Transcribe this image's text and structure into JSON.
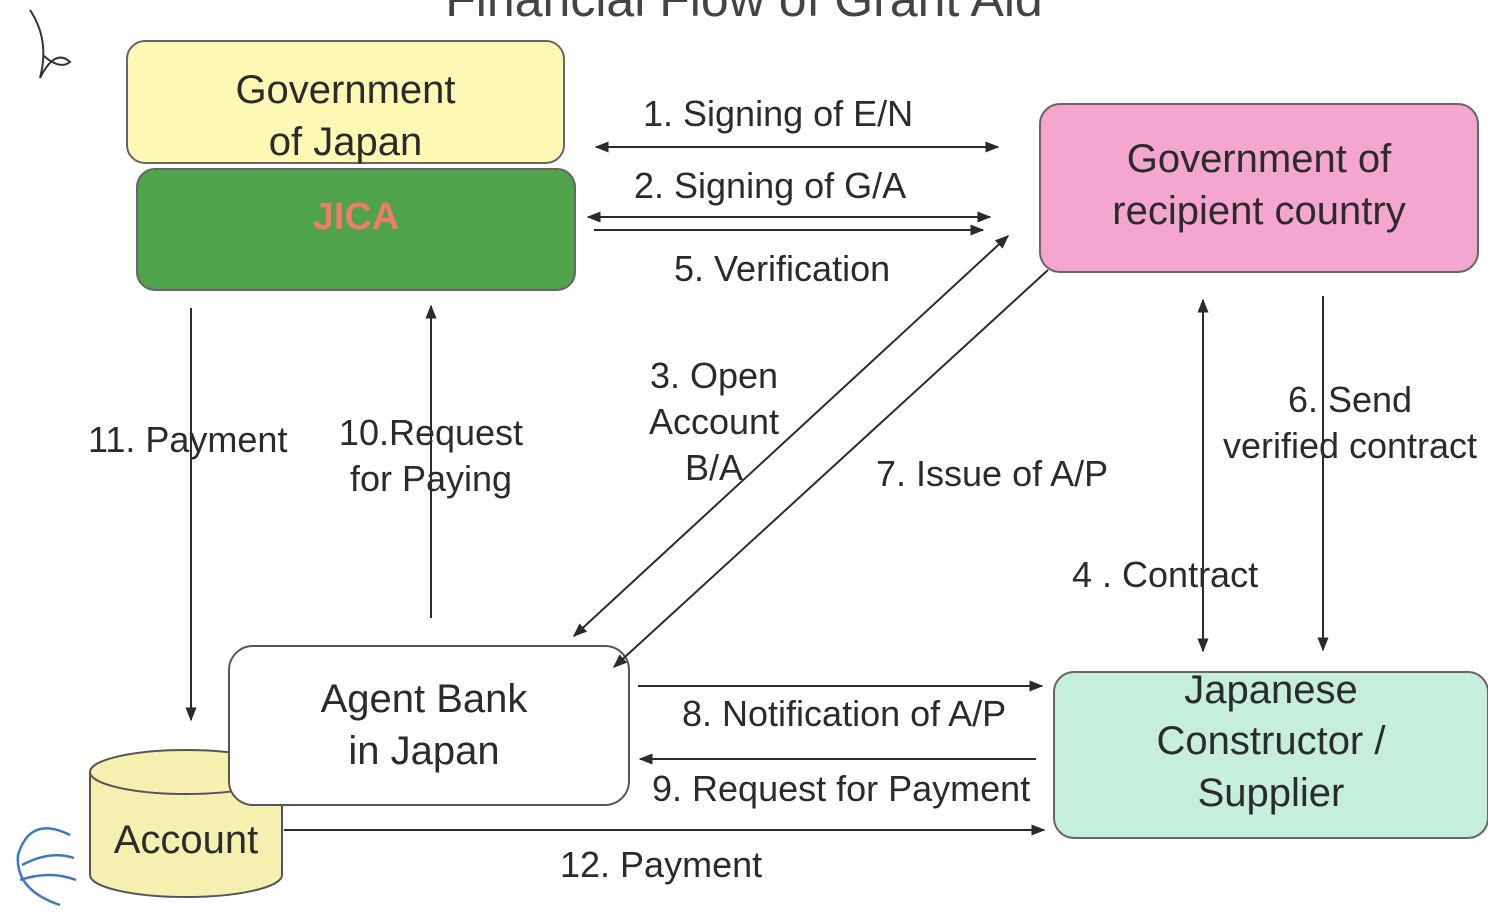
{
  "title": "Financial Flow of Grant Aid",
  "boxes": {
    "gov_japan": [
      "Government",
      "of Japan"
    ],
    "jica": "JICA",
    "gov_recipient": [
      "Government of",
      "recipient country"
    ],
    "agent_bank": [
      "Agent Bank",
      "in Japan"
    ],
    "account": "Account",
    "constructor": [
      "Japanese",
      "Constructor /",
      "Supplier"
    ]
  },
  "flows": {
    "f1": "1. Signing of E/N",
    "f2": "2. Signing of G/A",
    "f3": [
      "3. Open",
      "Account",
      "B/A"
    ],
    "f4": "4 . Contract",
    "f5": "5. Verification",
    "f6": [
      "6. Send",
      "verified contract"
    ],
    "f7": "7. Issue of A/P",
    "f8": "8. Notification of A/P",
    "f9": "9. Request for Payment",
    "f10": [
      "10.Request",
      "for Paying"
    ],
    "f11": "11. Payment",
    "f12": "12. Payment"
  },
  "colors": {
    "gov_japan_fill": "#fdf8b4",
    "jica_fill": "#4fa34a",
    "jica_text": "#f07a6e",
    "recipient_fill": "#f5a6cf",
    "constructor_fill": "#c6eedd",
    "account_fill": "#f6f0b0",
    "line": "#2b2b2b"
  }
}
